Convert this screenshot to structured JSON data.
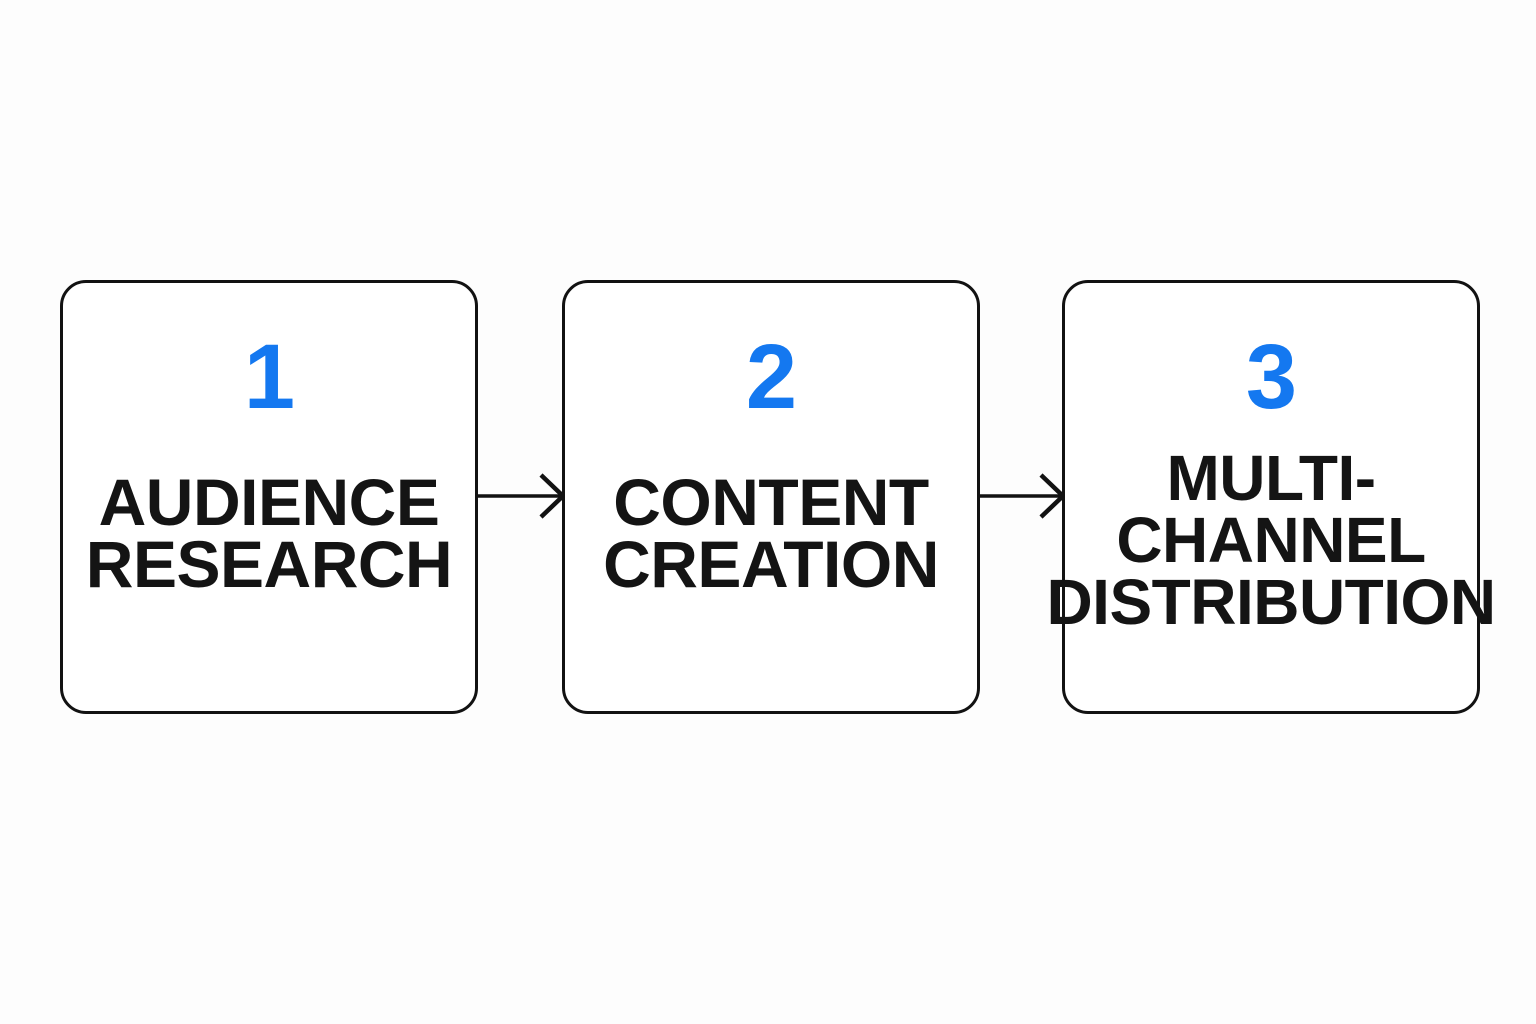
{
  "diagram": {
    "type": "process-flow",
    "orientation": "horizontal",
    "background_color": "#fdfdfd",
    "accent_color": "#1478f0",
    "text_color": "#141414",
    "border_color": "#121212",
    "steps": [
      {
        "number": "1",
        "label": "AUDIENCE\nRESEARCH"
      },
      {
        "number": "2",
        "label": "CONTENT\nCREATION"
      },
      {
        "number": "3",
        "label": "MULTI-\nCHANNEL\nDISTRIBUTION"
      }
    ],
    "connectors": [
      {
        "name": "arrow-1-to-2",
        "glyph": "arrow-right-icon"
      },
      {
        "name": "arrow-2-to-3",
        "glyph": "arrow-right-icon"
      }
    ]
  }
}
